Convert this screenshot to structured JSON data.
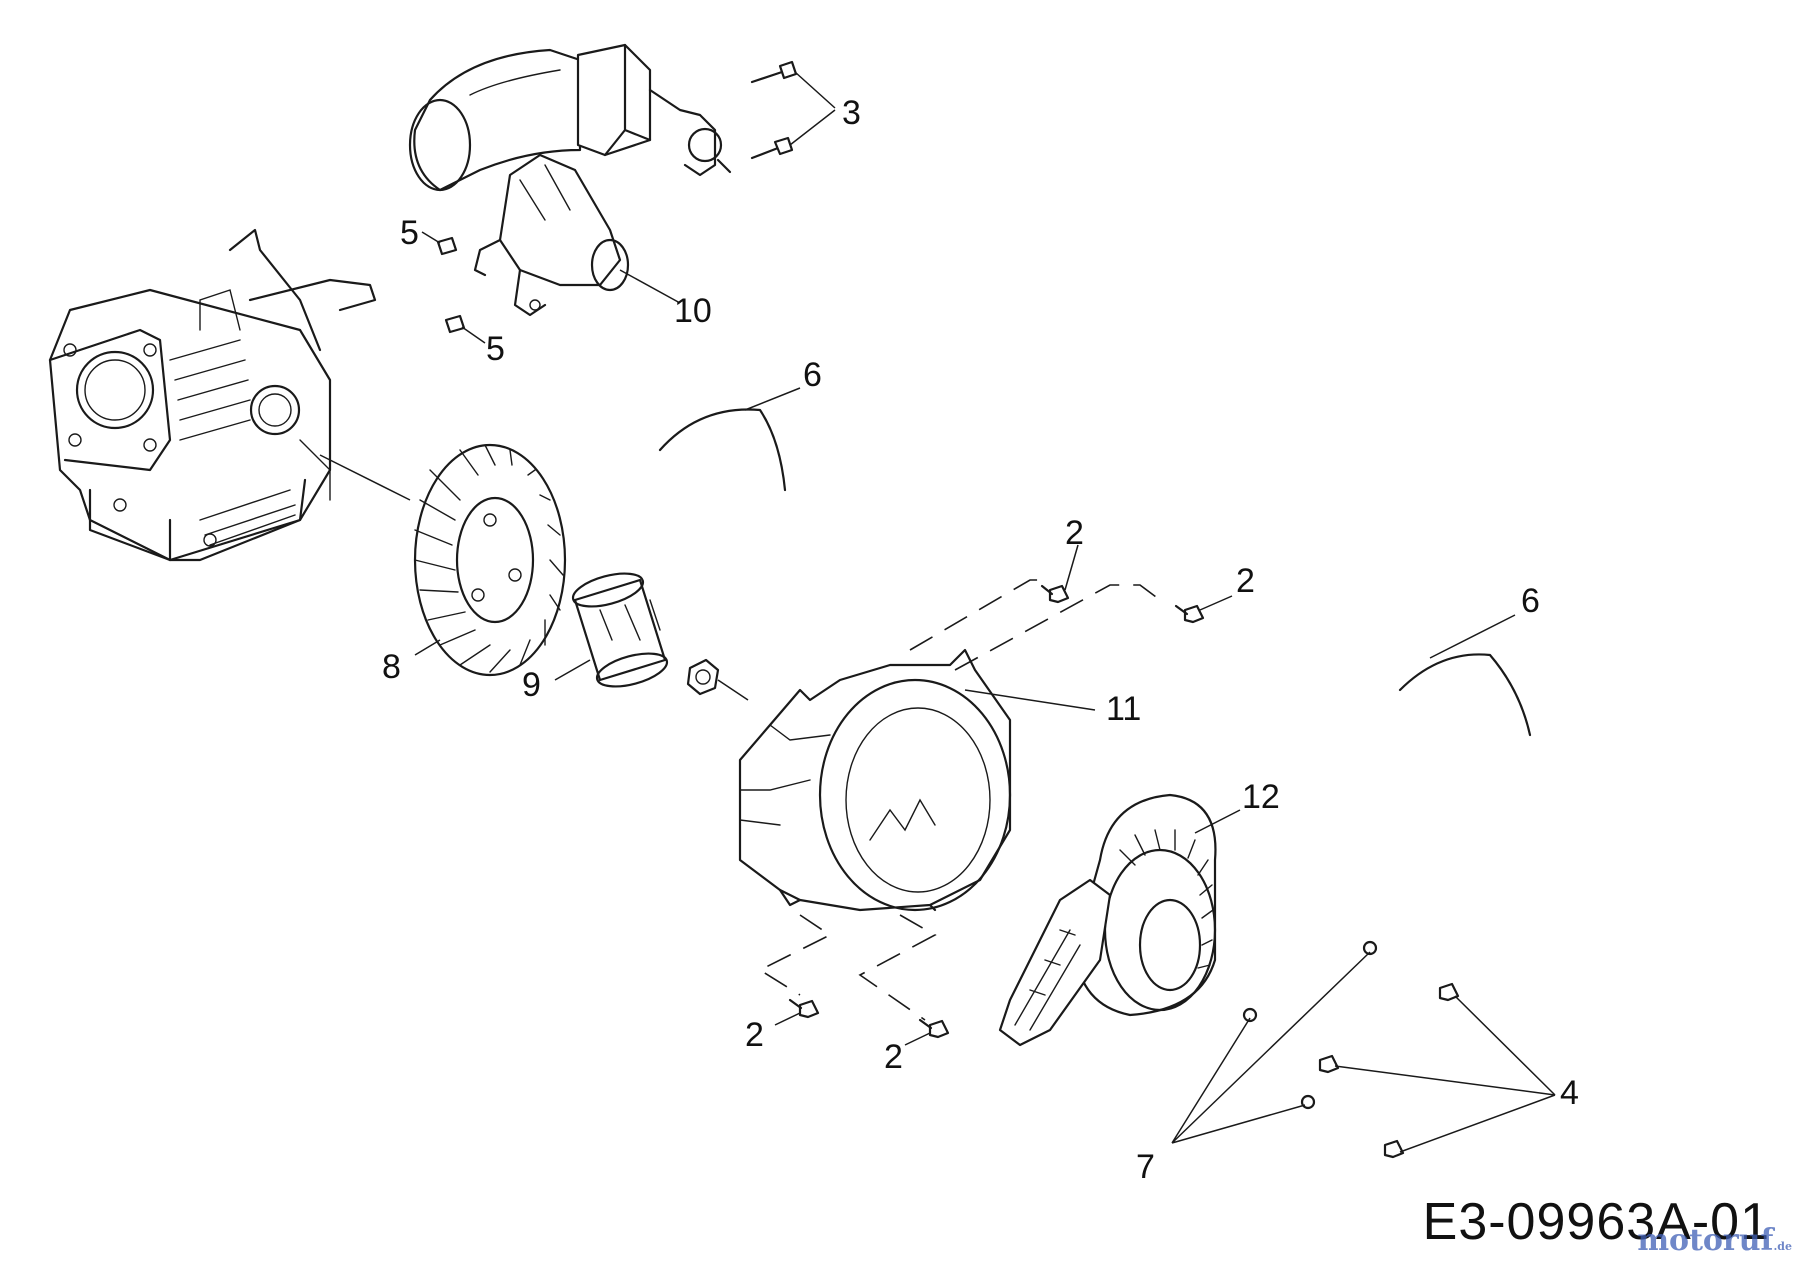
{
  "diagram": {
    "drawing_code": "E3-09963A-01",
    "watermark": "motoruf",
    "watermark_suffix": ".de",
    "callouts": [
      {
        "id": "c3",
        "label": "3"
      },
      {
        "id": "c5a",
        "label": "5"
      },
      {
        "id": "c5b",
        "label": "5"
      },
      {
        "id": "c10",
        "label": "10"
      },
      {
        "id": "c6a",
        "label": "6"
      },
      {
        "id": "c2a",
        "label": "2"
      },
      {
        "id": "c2b",
        "label": "2"
      },
      {
        "id": "c6b",
        "label": "6"
      },
      {
        "id": "c8",
        "label": "8"
      },
      {
        "id": "c9",
        "label": "9"
      },
      {
        "id": "c11",
        "label": "11"
      },
      {
        "id": "c12",
        "label": "12"
      },
      {
        "id": "c2c",
        "label": "2"
      },
      {
        "id": "c2d",
        "label": "2"
      },
      {
        "id": "c4",
        "label": "4"
      },
      {
        "id": "c7",
        "label": "7"
      }
    ]
  }
}
